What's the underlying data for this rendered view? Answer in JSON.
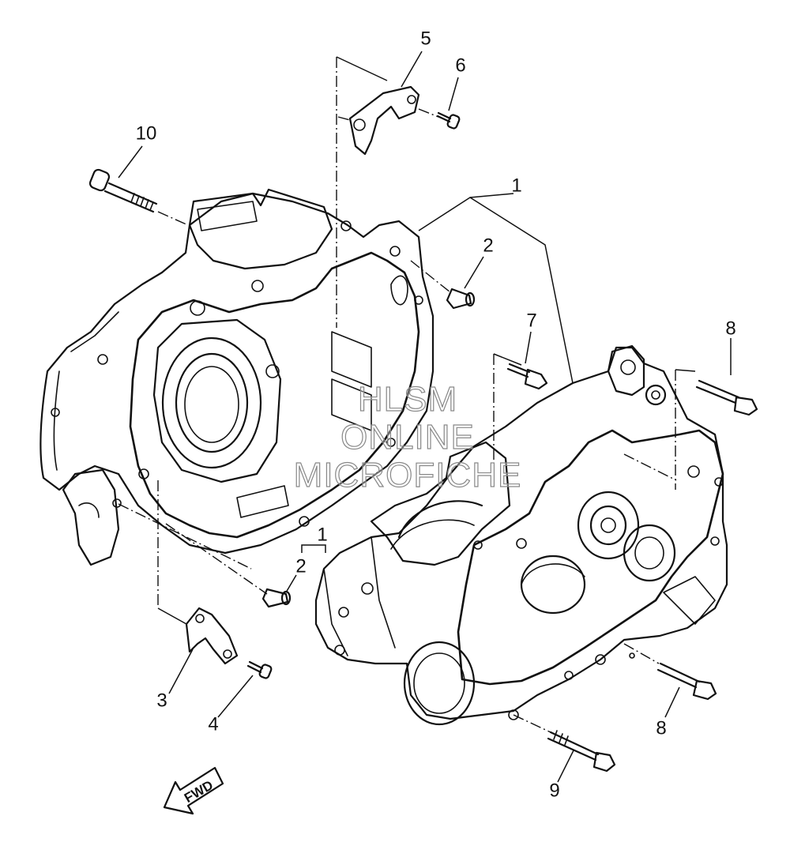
{
  "callouts": [
    "1",
    "2",
    "3",
    "4",
    "5",
    "6",
    "7",
    "8",
    "9",
    "10"
  ],
  "watermark": [
    "HLSM",
    "ONLINE",
    "MICROFICHE"
  ],
  "direction_label": "FWD"
}
